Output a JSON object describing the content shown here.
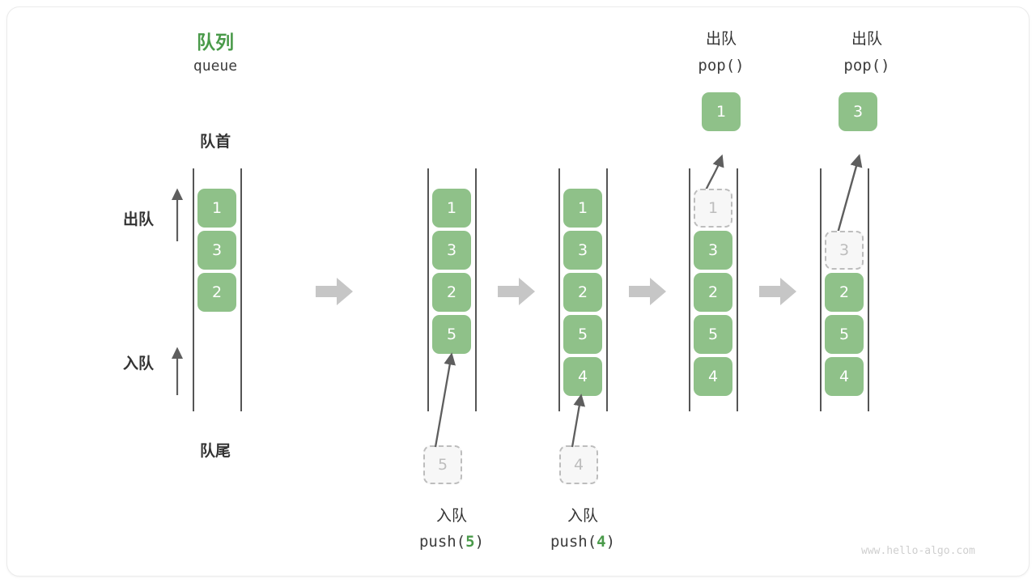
{
  "figure": {
    "title_cn": "队列",
    "title_en": "queue",
    "front_label": "队首",
    "rear_label": "队尾",
    "dequeue_side_label": "出队",
    "enqueue_side_label": "入队",
    "watermark": "www.hello-algo.com",
    "colors": {
      "accent_green": "#4a9a4a",
      "cell_green": "#8fc189",
      "ghost_border": "#bdbdbd",
      "ghost_fill": "#f7f7f7",
      "rail": "#555555",
      "step_arrow": "#c6c6c6",
      "thin_arrow": "#5e5e5e",
      "text_dark": "#333333",
      "watermark": "#cfcfcf"
    }
  },
  "columns": [
    {
      "id": "initial",
      "caption_cn": "",
      "caption_code_prefix": "",
      "caption_code_num": "",
      "caption_code_suffix": "",
      "cells": [
        {
          "value": "1",
          "state": "filled"
        },
        {
          "value": "3",
          "state": "filled"
        },
        {
          "value": "2",
          "state": "filled"
        }
      ],
      "popped": null,
      "incoming": null
    },
    {
      "id": "push-5",
      "caption_cn": "入队",
      "caption_code_prefix": "push(",
      "caption_code_num": "5",
      "caption_code_suffix": ")",
      "cells": [
        {
          "value": "1",
          "state": "filled"
        },
        {
          "value": "3",
          "state": "filled"
        },
        {
          "value": "2",
          "state": "filled"
        },
        {
          "value": "5",
          "state": "filled"
        }
      ],
      "popped": null,
      "incoming": {
        "value": "5",
        "state": "ghost"
      }
    },
    {
      "id": "push-4",
      "caption_cn": "入队",
      "caption_code_prefix": "push(",
      "caption_code_num": "4",
      "caption_code_suffix": ")",
      "cells": [
        {
          "value": "1",
          "state": "filled"
        },
        {
          "value": "3",
          "state": "filled"
        },
        {
          "value": "2",
          "state": "filled"
        },
        {
          "value": "5",
          "state": "filled"
        },
        {
          "value": "4",
          "state": "filled"
        }
      ],
      "popped": null,
      "incoming": {
        "value": "4",
        "state": "ghost"
      }
    },
    {
      "id": "pop-1",
      "header_cn": "出队",
      "header_code": "pop()",
      "cells": [
        {
          "value": "1",
          "state": "ghost"
        },
        {
          "value": "3",
          "state": "filled"
        },
        {
          "value": "2",
          "state": "filled"
        },
        {
          "value": "5",
          "state": "filled"
        },
        {
          "value": "4",
          "state": "filled"
        }
      ],
      "popped": {
        "value": "1",
        "state": "filled"
      },
      "incoming": null
    },
    {
      "id": "pop-3",
      "header_cn": "出队",
      "header_code": "pop()",
      "cells": [
        {
          "value": "",
          "state": "empty"
        },
        {
          "value": "3",
          "state": "ghost"
        },
        {
          "value": "2",
          "state": "filled"
        },
        {
          "value": "5",
          "state": "filled"
        },
        {
          "value": "4",
          "state": "filled"
        }
      ],
      "popped": {
        "value": "3",
        "state": "filled"
      },
      "incoming": null
    }
  ]
}
